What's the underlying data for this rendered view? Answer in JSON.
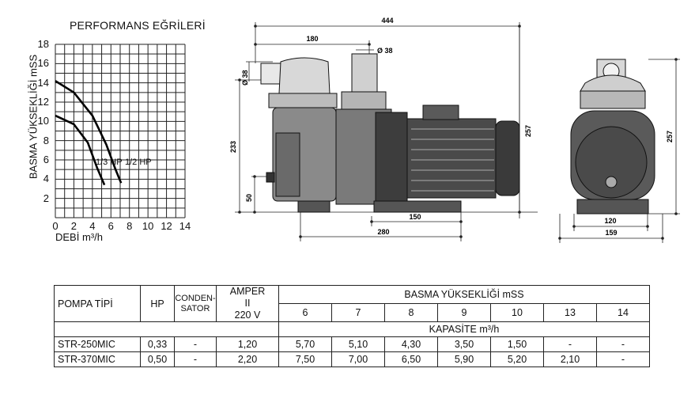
{
  "chart_title": "PERFORMANS EĞRİLERİ",
  "chart_data": {
    "type": "line",
    "title": "PERFORMANS EĞRİLERİ",
    "xlabel": "DEBİ  m³/h",
    "ylabel": "BASMA YÜKSEKLİĞİ mSS",
    "xlim": [
      0,
      14
    ],
    "ylim": [
      0,
      18
    ],
    "x_ticks": [
      "0",
      "2",
      "4",
      "6",
      "8",
      "10",
      "12",
      "14"
    ],
    "y_ticks": [
      "2",
      "4",
      "6",
      "8",
      "10",
      "12",
      "14",
      "16",
      "18"
    ],
    "grid": true,
    "series": [
      {
        "name": "1/3 HP",
        "x": [
          0,
          2,
          3.5,
          4.5,
          5.3
        ],
        "y": [
          10.6,
          9.7,
          7.8,
          5.2,
          3.4
        ]
      },
      {
        "name": "1/2 HP",
        "x": [
          0,
          2,
          4,
          5.5,
          6.5,
          7.1
        ],
        "y": [
          14.2,
          13,
          10.6,
          7.6,
          5.0,
          3.6
        ]
      }
    ]
  },
  "dimensions": {
    "d444": "444",
    "d180": "180",
    "d38a": "Ø 38",
    "d38b": "Ø 38",
    "d233": "233",
    "d257a": "257",
    "d50": "50",
    "d150": "150",
    "d280": "280",
    "d257b": "257",
    "d120": "120",
    "d159": "159"
  },
  "table": {
    "h_pompa": "POMPA TİPİ",
    "h_hp": "HP",
    "h_cond1": "CONDEN-",
    "h_cond2": "SATOR",
    "h_amper1": "AMPER",
    "h_amper2": "II",
    "h_amper3": "220 V",
    "h_basma": "BASMA YÜKSEKLİĞİ mSS",
    "heads": [
      "6",
      "7",
      "8",
      "9",
      "10",
      "13",
      "14"
    ],
    "h_kapasite": "KAPASİTE m³/h",
    "rows": [
      {
        "type": "STR-250MIC",
        "hp": "0,33",
        "cond": "-",
        "amper": "1,20",
        "vals": [
          "5,70",
          "5,10",
          "4,30",
          "3,50",
          "1,50",
          "-",
          "-"
        ]
      },
      {
        "type": "STR-370MIC",
        "hp": "0,50",
        "cond": "-",
        "amper": "2,20",
        "vals": [
          "7,50",
          "7,00",
          "6,50",
          "5,90",
          "5,20",
          "2,10",
          "-"
        ]
      }
    ]
  }
}
